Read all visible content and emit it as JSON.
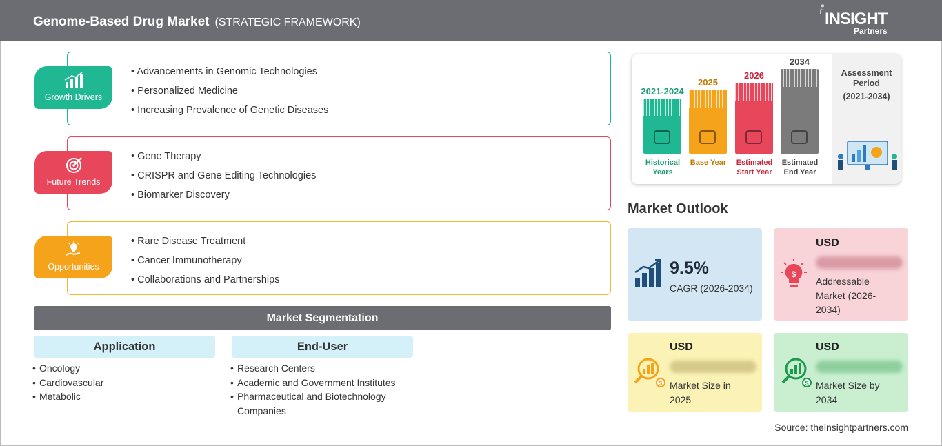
{
  "header": {
    "title": "Genome-Based Drug Market",
    "subtitle": "(STRATEGIC FRAMEWORK)",
    "logo_the": "The",
    "logo_main": "INSIGHT",
    "logo_sub": "Partners"
  },
  "framework": [
    {
      "label": "Growth Drivers",
      "icon": "growth-chart-icon",
      "color": "#1fb893",
      "items": [
        "Advancements in Genomic Technologies",
        "Personalized Medicine",
        "Increasing Prevalence of Genetic Diseases"
      ]
    },
    {
      "label": "Future Trends",
      "icon": "target-icon",
      "color": "#e8465b",
      "items": [
        "Gene Therapy",
        "CRISPR and Gene Editing Technologies",
        "Biomarker Discovery"
      ]
    },
    {
      "label": "Opportunities",
      "icon": "lightbulb-hand-icon",
      "color": "#f5a31a",
      "items": [
        "Rare Disease Treatment",
        "Cancer Immunotherapy",
        "Collaborations and Partnerships"
      ]
    }
  ],
  "segmentation": {
    "title": "Market Segmentation",
    "columns": [
      {
        "head": "Application",
        "items": [
          "Oncology",
          "Cardiovascular",
          "Metabolic"
        ]
      },
      {
        "head": "End-User",
        "items": [
          "Research Centers",
          "Academic and Government Institutes",
          "Pharmaceutical and Biotechnology Companies"
        ]
      }
    ]
  },
  "timeline": {
    "bars": [
      {
        "year": "2021-2024",
        "label": "Historical Years",
        "color": "#1fb893",
        "text_color": "#1a9c7a"
      },
      {
        "year": "2025",
        "label": "Base Year",
        "color": "#f5a31a",
        "text_color": "#c07a00"
      },
      {
        "year": "2026",
        "label": "Estimated Start Year",
        "color": "#e8465b",
        "text_color": "#c22a40"
      },
      {
        "year": "2034",
        "label": "Estimated End Year",
        "color": "#7b7b7b",
        "text_color": "#444444"
      }
    ],
    "assessment_title": "Assessment Period",
    "assessment_period": "(2021-2034)"
  },
  "outlook": {
    "title": "Market Outlook",
    "cagr_value": "9.5%",
    "cagr_label": "CAGR (2026-2034)",
    "addressable_usd": "USD",
    "addressable_blur": "lorem ipsum",
    "addressable_label": "Addressable Market (2026-2034)",
    "size2025_usd": "USD",
    "size2025_blur": "lorem ipsum",
    "size2025_label": "Market Size in 2025",
    "size2034_usd": "USD",
    "size2034_blur": "lorem ipsum",
    "size2034_label": "Market Size by 2034",
    "colors": {
      "cagr": "#d3e6f3",
      "addressable": "#f8d3d8",
      "size2025": "#fbf3b6",
      "size2034": "#c9efd0"
    }
  },
  "source": "Source: theinsightpartners.com"
}
